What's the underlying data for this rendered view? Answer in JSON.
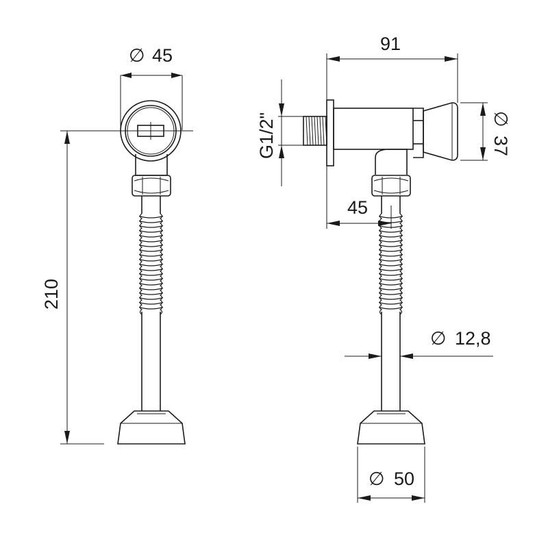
{
  "front_view": {
    "dims": {
      "top_diameter_symbol": "∅",
      "top_diameter": "45",
      "overall_height": "210"
    }
  },
  "side_view": {
    "dims": {
      "overall_length": "91",
      "thread": "G1/2\"",
      "button_diameter_symbol": "∅",
      "button_diameter": "37",
      "outlet_offset": "45",
      "tube_diameter_symbol": "∅",
      "tube_diameter": "12,8",
      "base_diameter_symbol": "∅",
      "base_diameter": "50"
    }
  }
}
